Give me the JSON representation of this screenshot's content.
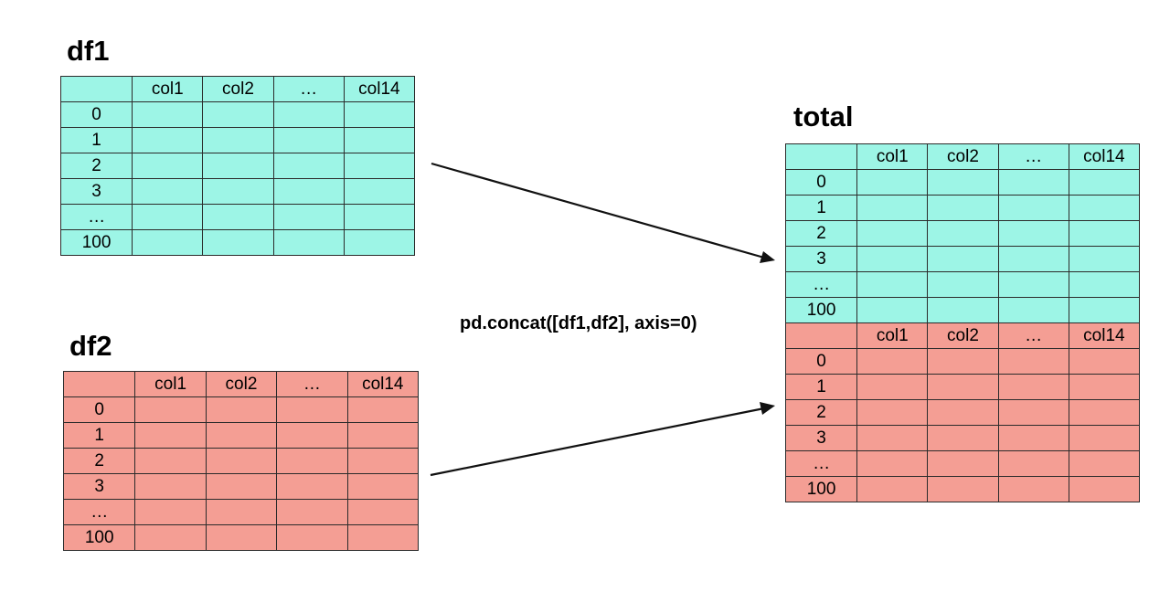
{
  "df1": {
    "title": "df1",
    "columns": [
      "",
      "col1",
      "col2",
      "…",
      "col14"
    ],
    "index": [
      "0",
      "1",
      "2",
      "3",
      "…",
      "100"
    ],
    "fill_color": "#9df5e6"
  },
  "df2": {
    "title": "df2",
    "columns": [
      "",
      "col1",
      "col2",
      "…",
      "col14"
    ],
    "index": [
      "0",
      "1",
      "2",
      "3",
      "…",
      "100"
    ],
    "fill_color": "#f49e94"
  },
  "total": {
    "title": "total",
    "top_block": {
      "columns": [
        "",
        "col1",
        "col2",
        "…",
        "col14"
      ],
      "index": [
        "0",
        "1",
        "2",
        "3",
        "…",
        "100"
      ],
      "fill_color": "#9df5e6"
    },
    "bottom_block": {
      "columns": [
        "",
        "col1",
        "col2",
        "…",
        "col14"
      ],
      "index": [
        "0",
        "1",
        "2",
        "3",
        "…",
        "100"
      ],
      "fill_color": "#f49e94"
    }
  },
  "caption": "pd.concat([df1,df2], axis=0)",
  "arrows": [
    {
      "from": "df1",
      "to": "total.top_block"
    },
    {
      "from": "df2",
      "to": "total.bottom_block"
    }
  ]
}
